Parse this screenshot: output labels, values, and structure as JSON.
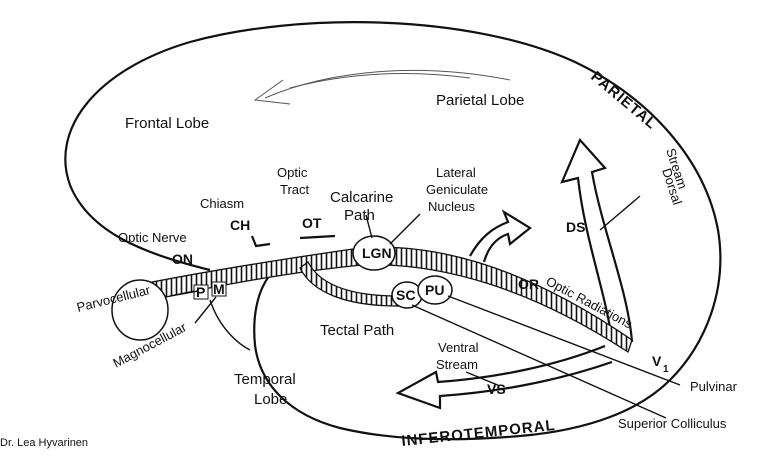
{
  "labels": {
    "frontal_lobe": "Frontal Lobe",
    "parietal_lobe": "Parietal Lobe",
    "parietal": "PARIETAL",
    "inferotemporal": "INFEROTEMPORAL",
    "temporal_lobe_line1": "Temporal",
    "temporal_lobe_line2": "Lobe",
    "chiasm": "Chiasm",
    "ch": "CH",
    "optic_tract_line1": "Optic",
    "optic_tract_line2": "Tract",
    "ot": "OT",
    "calcarine_line1": "Calcarine",
    "calcarine_line2": "Path",
    "lgn_line1": "Lateral",
    "lgn_line2": "Geniculate",
    "lgn_line3": "Nucleus",
    "lgn": "LGN",
    "optic_nerve": "Optic Nerve",
    "on": "ON",
    "p": "P",
    "m": "M",
    "parvocellular": "Parvocellular",
    "magnocellular": "Magnocellular",
    "tectal_path": "Tectal Path",
    "sc": "SC",
    "pu": "PU",
    "or": "OR",
    "optic_radiations": "Optic Radiations",
    "dorsal_line1": "Dorsal",
    "dorsal_line2": "Stream",
    "ds": "DS",
    "ventral_line1": "Ventral",
    "ventral_line2": "Stream",
    "vs": "VS",
    "v1": "V",
    "v1_sub": "1",
    "pulvinar": "Pulvinar",
    "superior_colliculus": "Superior Colliculus",
    "credit": "Dr. Lea Hyvarinen"
  }
}
